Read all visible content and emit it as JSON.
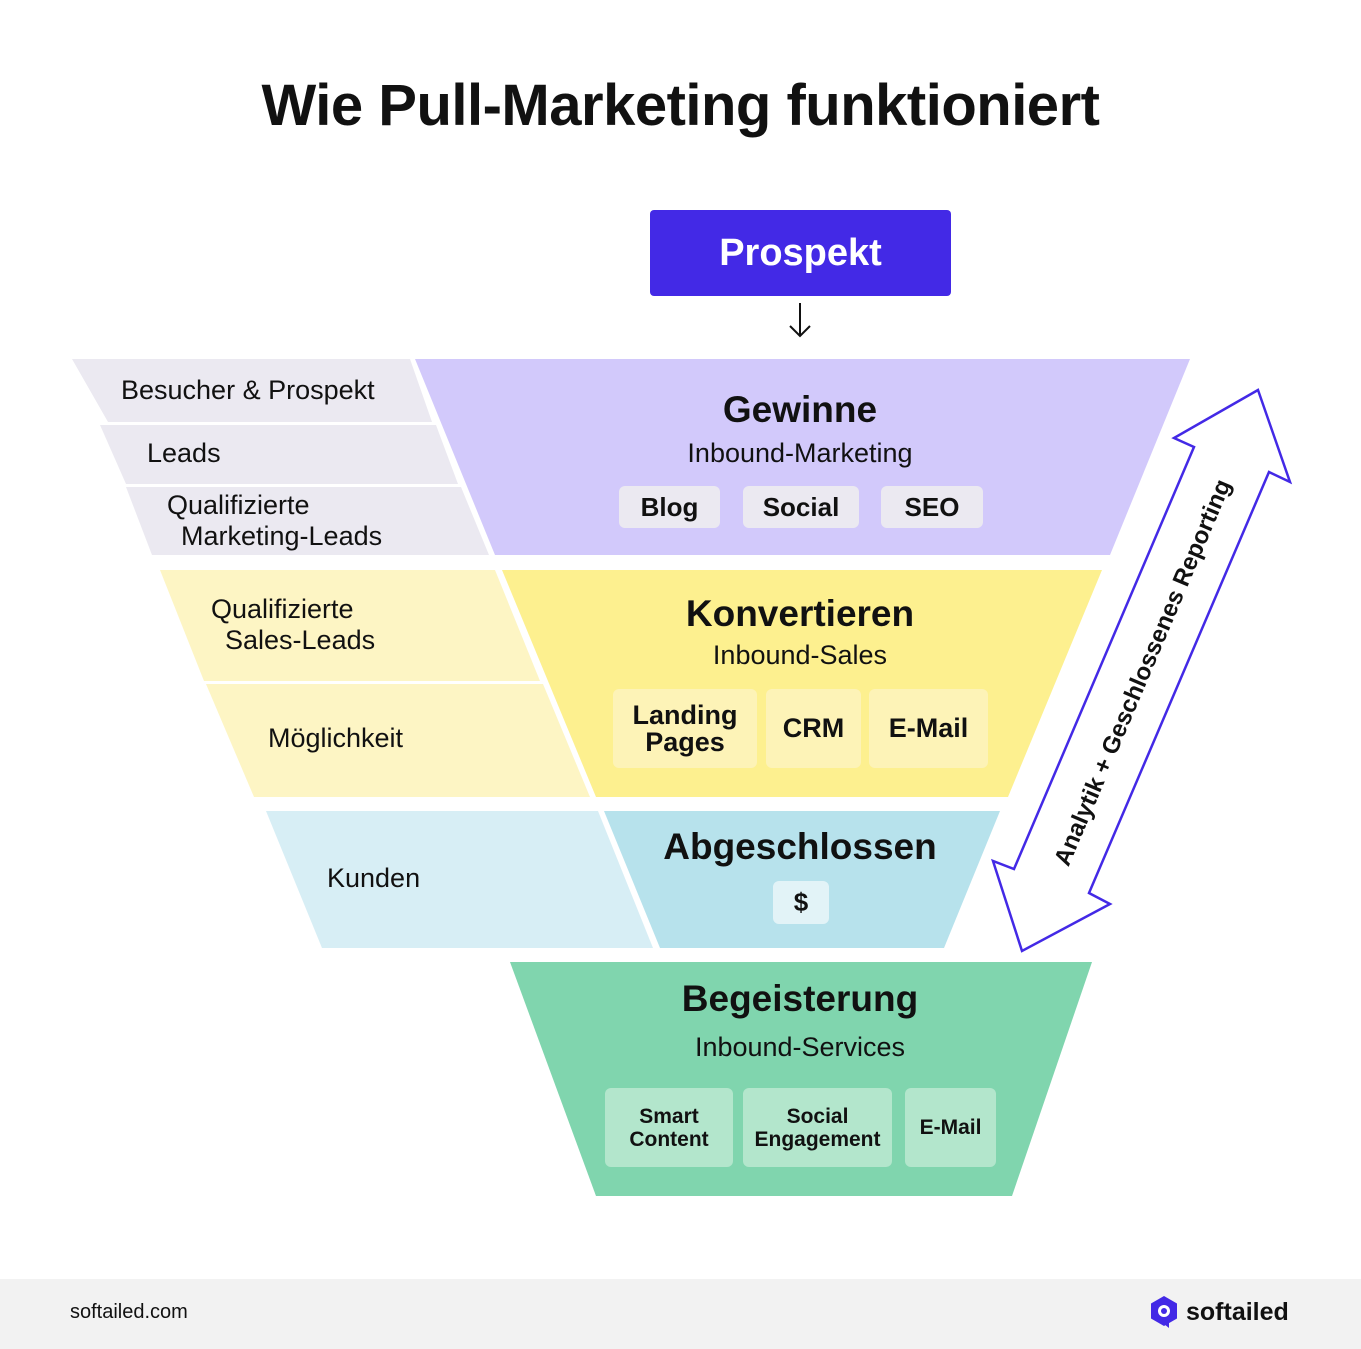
{
  "title": "Wie Pull-Marketing funktioniert",
  "prospekt_label": "Prospekt",
  "left_labels": {
    "besucher": "Besucher & Prospekt",
    "leads": "Leads",
    "mql_line1": "Qualifizierte",
    "mql_line2": "Marketing-Leads",
    "sql_line1": "Qualifizierte",
    "sql_line2": "Sales-Leads",
    "moeglichkeit": "Möglichkeit",
    "kunden": "Kunden"
  },
  "stages": {
    "gewinne": {
      "title": "Gewinne",
      "subtitle": "Inbound-Marketing",
      "chips": [
        "Blog",
        "Social",
        "SEO"
      ]
    },
    "konvertieren": {
      "title": "Konvertieren",
      "subtitle": "Inbound-Sales",
      "chips": [
        "Landing Pages",
        "CRM",
        "E-Mail"
      ],
      "chip0_line1": "Landing",
      "chip0_line2": "Pages"
    },
    "abgeschlossen": {
      "title": "Abgeschlossen",
      "chips": [
        "$"
      ]
    },
    "begeisterung": {
      "title": "Begeisterung",
      "subtitle": "Inbound-Services",
      "chips": [
        "Smart Content",
        "Social Engagement",
        "E-Mail"
      ],
      "chip0_line1": "Smart",
      "chip0_line2": "Content",
      "chip1_line1": "Social",
      "chip1_line2": "Engagement"
    }
  },
  "arrow_label": "Analytik + Geschlossenes Reporting",
  "footer": {
    "url": "softailed.com",
    "brand": "softailed"
  },
  "colors": {
    "prospekt": "#4329e6",
    "gewinne": "#d2c9fb",
    "gewinne_side": "#ebe9f1",
    "konvertieren": "#fdf08f",
    "konvertieren_side": "#fdf5c4",
    "abgeschlossen": "#b7e2ec",
    "abgeschlossen_side": "#d7eef5",
    "begeisterung": "#80d5ae",
    "arrow": "#4329e6"
  }
}
